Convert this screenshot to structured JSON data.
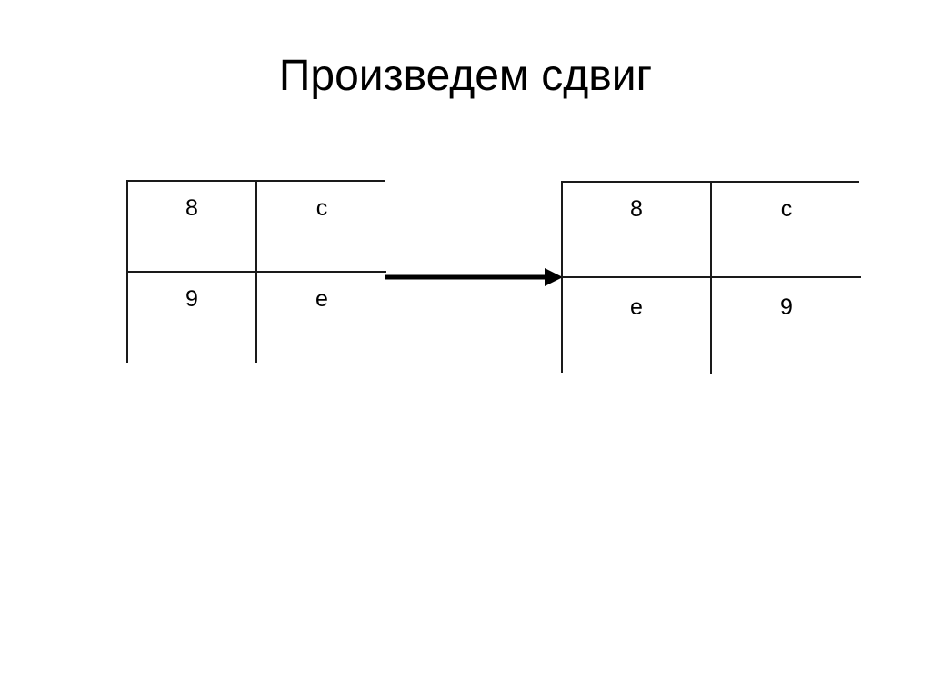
{
  "slide": {
    "title": "Произведем сдвиг",
    "background_color": "#ffffff",
    "ink_color": "#000000"
  },
  "diagram": {
    "type": "before-after-table-shift",
    "arrow": {
      "icon": "arrow-right-icon",
      "direction": "right",
      "color": "#000000"
    },
    "tables": [
      {
        "id": "before",
        "role": "before-shift",
        "columns": 2,
        "rows": 2,
        "cells": [
          [
            "8",
            "c"
          ],
          [
            "9",
            "e"
          ]
        ]
      },
      {
        "id": "after",
        "role": "after-shift",
        "columns": 2,
        "rows": 2,
        "cells": [
          [
            "8",
            "c"
          ],
          [
            "e",
            "9"
          ]
        ]
      }
    ]
  }
}
